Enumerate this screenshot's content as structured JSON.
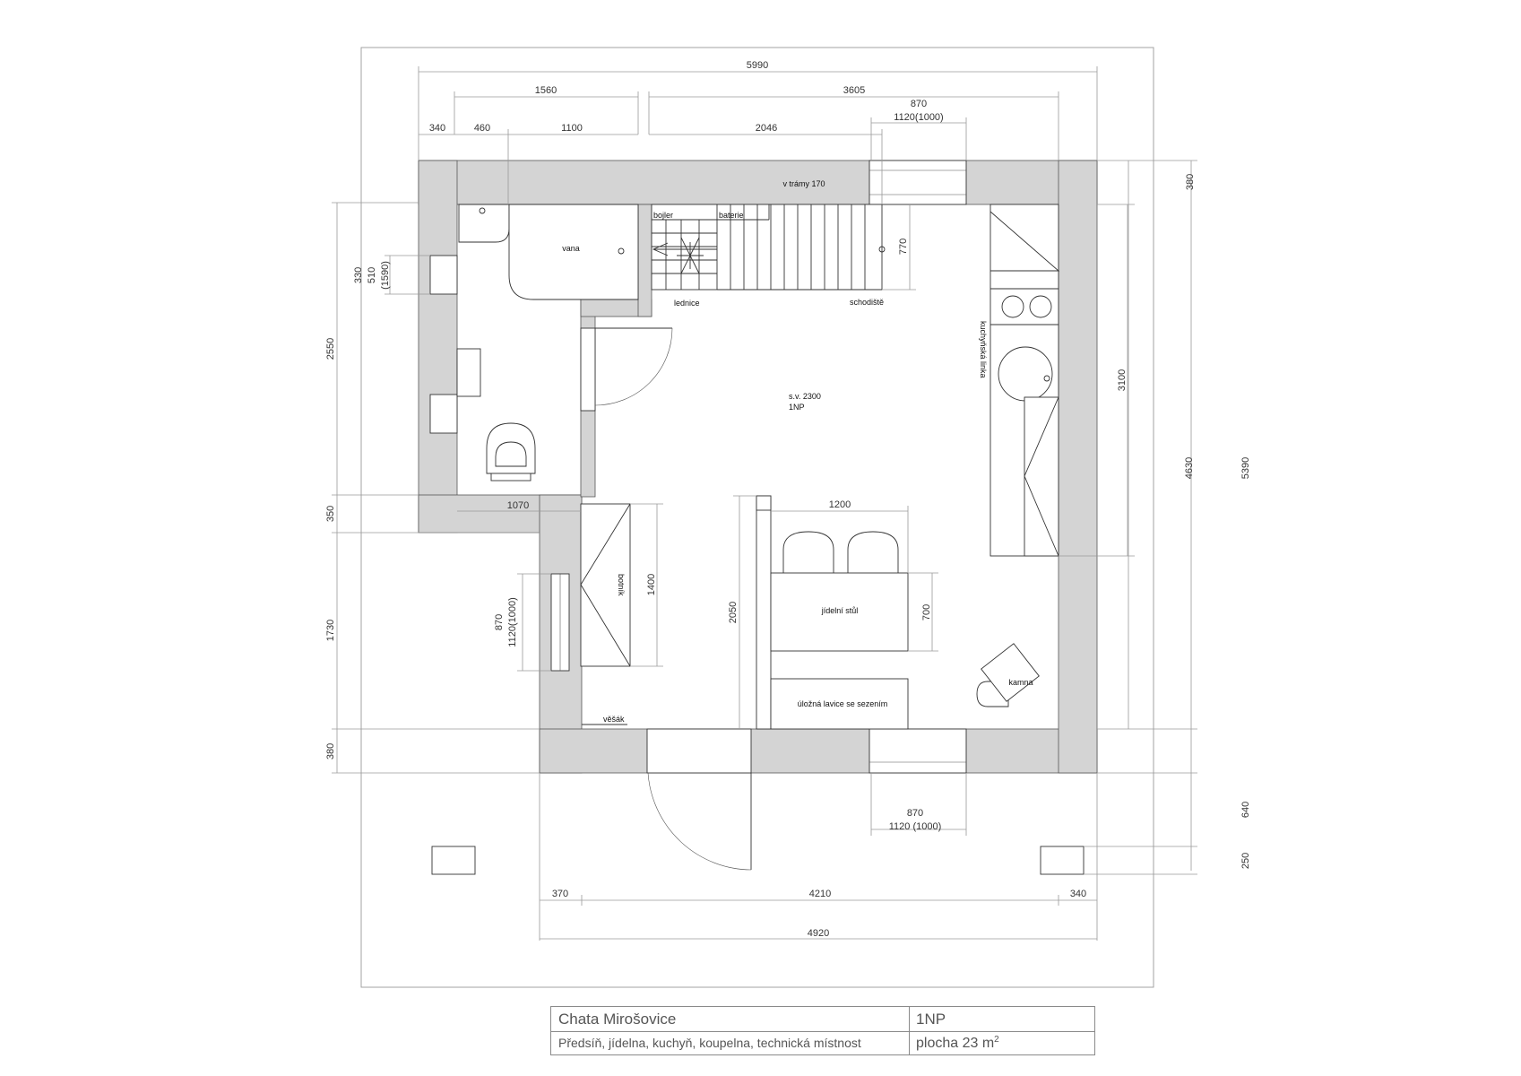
{
  "plan": {
    "dimensions": {
      "top_total": "5990",
      "top_left_span": "1560",
      "top_right_span": "3605",
      "top_window_870": "870",
      "top_window_1120": "1120(1000)",
      "top_340": "340",
      "top_460": "460",
      "top_1100": "1100",
      "top_2046": "2046",
      "right_380": "380",
      "right_770": "770",
      "right_3100": "3100",
      "right_4630": "4630",
      "right_5390": "5390",
      "right_640": "640",
      "right_250": "250",
      "left_330": "330",
      "left_510": "510",
      "left_1590": "(1590)",
      "left_2550": "2550",
      "left_350": "350",
      "left_1730": "1730",
      "left_380": "380",
      "bath_1070": "1070",
      "entry_870": "870",
      "entry_1120": "1120(1000)",
      "botnik_1400": "1400",
      "dining_1200": "1200",
      "dining_700": "700",
      "dining_2050": "2050",
      "bottom_window_870": "870",
      "bottom_window_1120": "1120 (1000)",
      "bottom_370": "370",
      "bottom_4210": "4210",
      "bottom_340": "340",
      "bottom_total": "4920"
    },
    "labels": {
      "beams": "v trámy 170",
      "boiler": "bojler",
      "battery": "baterie",
      "bathtub": "vana",
      "fridge": "lednice",
      "stairs": "schodiště",
      "kitchen": "kuchyňská linka",
      "room_height": "s.v.  2300",
      "floor": "1NP",
      "shoe_cabinet": "botník",
      "dining_table": "jídelní stůl",
      "bench": "úložná lavice se sezením",
      "stove": "kamna",
      "hanger": "věšák"
    }
  },
  "title_block": {
    "project": "Chata Mirošovice",
    "floor": "1NP",
    "rooms": "Předsíň, jídelna, kuchyň, koupelna, technická místnost",
    "area_prefix": "plocha 23 m",
    "area_exp": "2"
  }
}
